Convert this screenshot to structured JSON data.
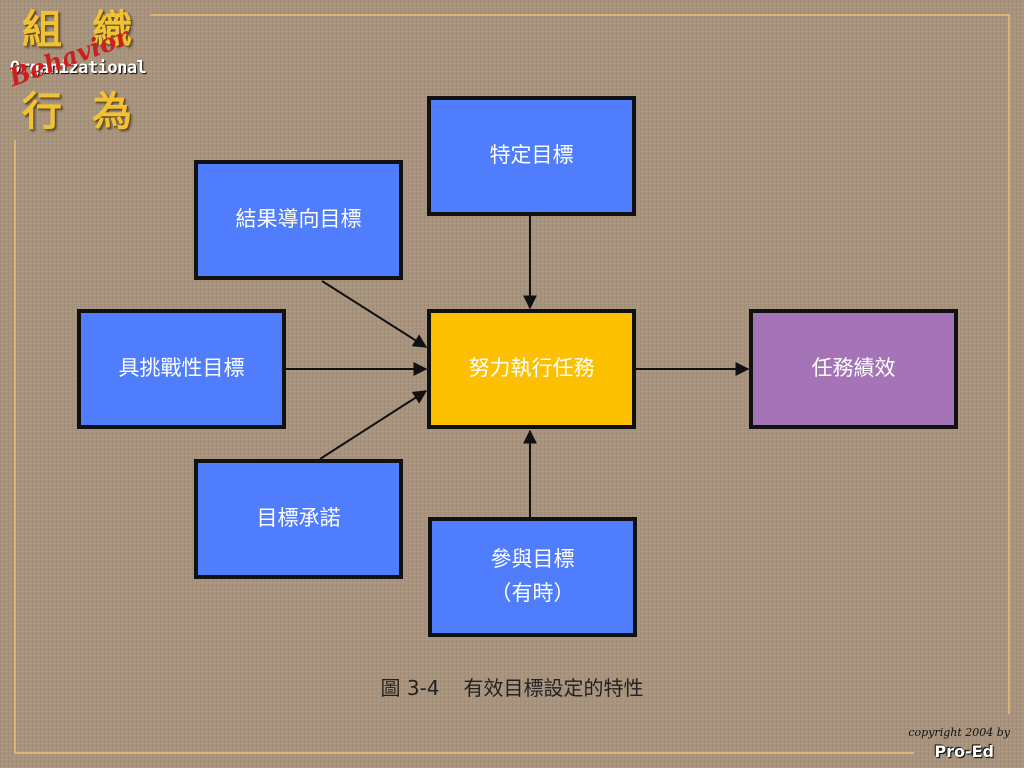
{
  "logo": {
    "char_1": "組",
    "char_2": "織",
    "char_3": "行",
    "char_4": "為",
    "english": "Organizational",
    "script": "Behavior"
  },
  "diagram": {
    "specific_goal": "特定目標",
    "result_oriented_goal": "結果導向目標",
    "challenging_goal": "具挑戰性目標",
    "goal_commitment": "目標承諾",
    "participation_line1": "參與目標",
    "participation_line2": "（有時）",
    "effort": "努力執行任務",
    "performance": "任務績效"
  },
  "caption": {
    "figure_no": "圖 3-4",
    "title": "有效目標設定的特性"
  },
  "footer": {
    "copyright": "copyright 2004 by",
    "brand": "Pro-Ed"
  },
  "colors": {
    "goal_box": "#4f7dfb",
    "effort_box": "#fcc000",
    "performance_box": "#a474b6",
    "background": "#a8937d"
  }
}
